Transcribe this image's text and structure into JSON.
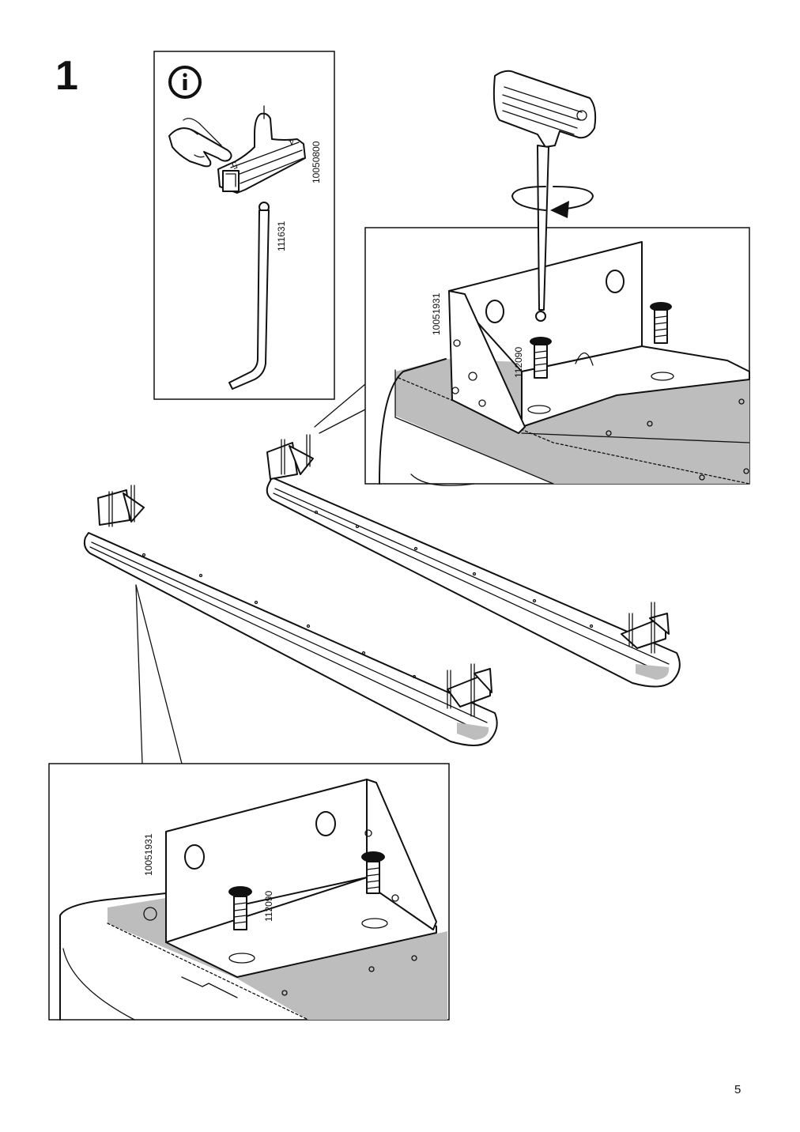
{
  "step": {
    "number": "1"
  },
  "info_panel": {
    "icon": "info-icon",
    "hand_icon": "pointing-hand-icon",
    "tool_part_number": "10050800",
    "key_part_number": "111631",
    "tool_size_labels": [
      "5",
      "4"
    ]
  },
  "top_detail": {
    "bracket_part_number": "10051931",
    "screw_part_number": "112090",
    "rotation_icon": "clockwise-rotate-icon"
  },
  "bottom_detail": {
    "bracket_part_number": "10051931",
    "screw_part_number": "112090"
  },
  "page": {
    "number": "5"
  }
}
